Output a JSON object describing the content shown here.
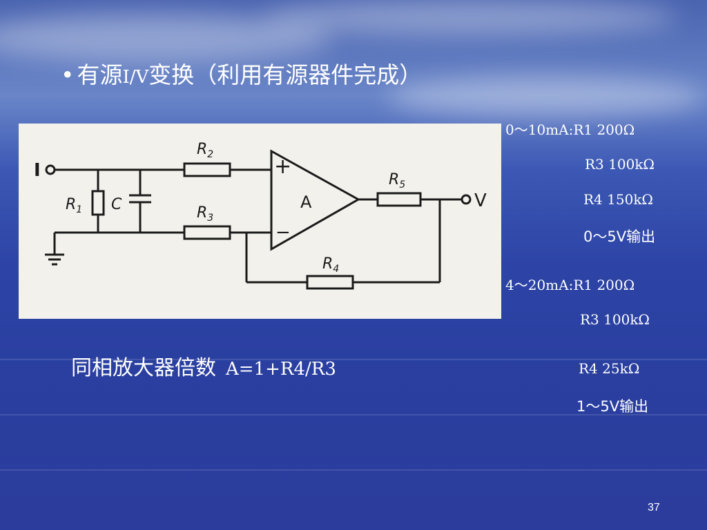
{
  "title": {
    "bullet": "•",
    "prefix": "有源",
    "code": "I/V",
    "suffix": "变换（利用有源器件完成）"
  },
  "circuit": {
    "labels": {
      "input": "I",
      "output": "V",
      "r1": "R",
      "r1_sub": "1",
      "c": "C",
      "r2": "R",
      "r2_sub": "2",
      "r3": "R",
      "r3_sub": "3",
      "r4": "R",
      "r4_sub": "4",
      "r5": "R",
      "r5_sub": "5",
      "amp": "A",
      "plus": "+",
      "minus": "−"
    }
  },
  "specs": {
    "range1": {
      "line1": "0～10mA:R1 200Ω",
      "line2": "R3 100kΩ",
      "line3": "R4 150kΩ",
      "line4": "0～5V输出"
    },
    "range2": {
      "line1": "4～20mA:R1 200Ω",
      "line2": "R3 100kΩ",
      "line3": "R4 25kΩ",
      "line4": "1～5V输出"
    }
  },
  "gain": {
    "label": "同相放大器倍数",
    "formula": "A=1+R4/R3"
  },
  "page_number": "37",
  "colors": {
    "text": "#ffffff",
    "background": "#3c58b4",
    "panel": "#f3f1ec",
    "ink": "#1a1a1a"
  }
}
